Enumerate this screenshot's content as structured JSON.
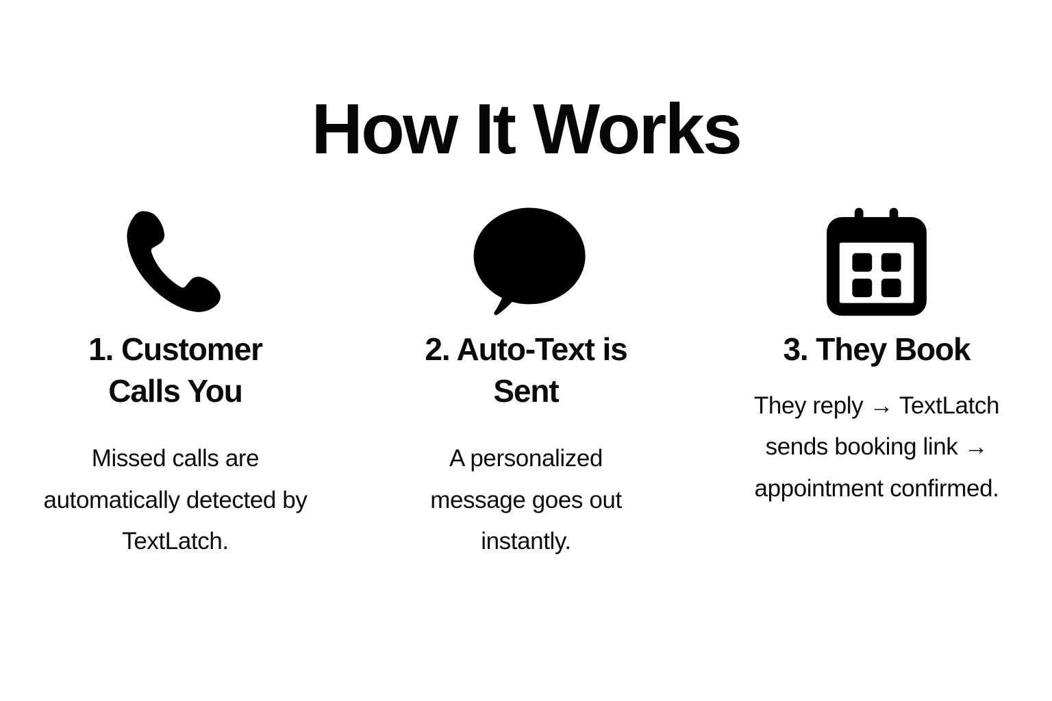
{
  "page": {
    "heading": "How It Works",
    "background_color": "#ffffff",
    "text_color": "#0b0b0b"
  },
  "steps": [
    {
      "icon": "phone-icon",
      "title": "1. Customer Calls You",
      "description": "Missed calls are automatically detected by TextLatch."
    },
    {
      "icon": "speech-bubble-icon",
      "title": "2. Auto-Text is Sent",
      "description": "A personalized message goes out instantly."
    },
    {
      "icon": "calendar-icon",
      "title": "3. They Book",
      "description": "They reply → TextLatch sends booking link → appointment confirmed."
    }
  ]
}
